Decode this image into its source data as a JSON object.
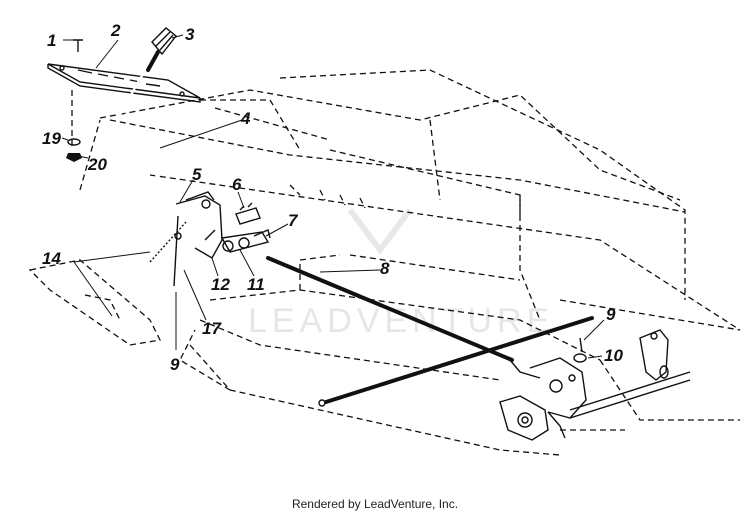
{
  "callouts": [
    {
      "id": "c1",
      "label": "1"
    },
    {
      "id": "c2",
      "label": "2"
    },
    {
      "id": "c3",
      "label": "3"
    },
    {
      "id": "c4",
      "label": "4"
    },
    {
      "id": "c5",
      "label": "5"
    },
    {
      "id": "c6",
      "label": "6"
    },
    {
      "id": "c7",
      "label": "7"
    },
    {
      "id": "c8",
      "label": "8"
    },
    {
      "id": "c9a",
      "label": "9"
    },
    {
      "id": "c9b",
      "label": "9"
    },
    {
      "id": "c10",
      "label": "10"
    },
    {
      "id": "c11",
      "label": "11"
    },
    {
      "id": "c12",
      "label": "12"
    },
    {
      "id": "c14",
      "label": "14"
    },
    {
      "id": "c17",
      "label": "17"
    },
    {
      "id": "c19",
      "label": "19"
    },
    {
      "id": "c20",
      "label": "20"
    }
  ],
  "watermark": "LEADVENTURE",
  "footer": "Rendered by LeadVenture, Inc."
}
